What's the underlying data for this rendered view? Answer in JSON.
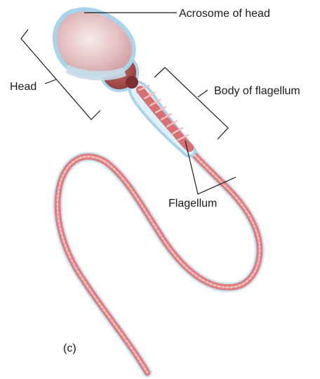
{
  "labels": {
    "acrosome": "Acrosome of head",
    "head": "Head",
    "body": "Body of flagellum",
    "flagellum": "Flagellum",
    "panel": "(c)"
  },
  "colors": {
    "outline_blue": "#a8d4ec",
    "head_pink": "#e2b3b6",
    "midpiece_dark": "#a24b48",
    "tail_red": "#de7f80",
    "tail_light": "#f2b3b3"
  }
}
